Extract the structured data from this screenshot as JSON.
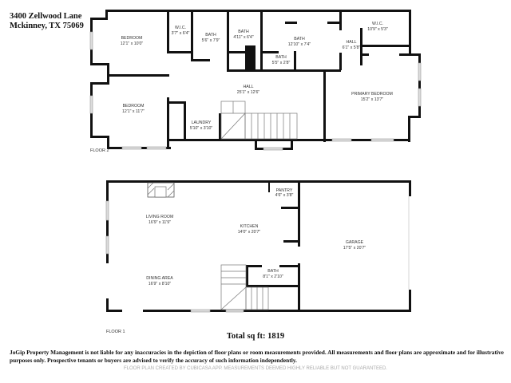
{
  "header": {
    "address_line1": "3400 Zellwood Lane",
    "address_line2": "Mckinney, TX 75069"
  },
  "floor2": {
    "label": "FLOOR 2",
    "rooms": [
      {
        "name": "BEDROOM",
        "dims": "12'1\" x 10'0\""
      },
      {
        "name": "W.I.C.",
        "dims": "3'7\" x 6'4\""
      },
      {
        "name": "BATH",
        "dims": "5'6\" x 7'9\""
      },
      {
        "name": "BATH",
        "dims": "4'11\" x 6'4\""
      },
      {
        "name": "BATH",
        "dims": "12'10\" x 7'4\""
      },
      {
        "name": "BATH",
        "dims": "5'5\" x 2'8\""
      },
      {
        "name": "HALL",
        "dims": "6'1\" x 5'8\""
      },
      {
        "name": "W.I.C.",
        "dims": "10'9\" x 5'3\""
      },
      {
        "name": "HALL",
        "dims": "25'1\" x 12'6\""
      },
      {
        "name": "BEDROOM",
        "dims": "12'1\" x 11'7\""
      },
      {
        "name": "LAUNDRY",
        "dims": "5'10\" x 3'10\""
      },
      {
        "name": "PRIMARY BEDROOM",
        "dims": "15'2\" x 13'7\""
      }
    ]
  },
  "floor1": {
    "label": "FLOOR 1",
    "rooms": [
      {
        "name": "LIVING ROOM",
        "dims": "16'9\" x 11'9\""
      },
      {
        "name": "KITCHEN",
        "dims": "14'0\" x 20'7\""
      },
      {
        "name": "PANTRY",
        "dims": "4'6\" x 3'8\""
      },
      {
        "name": "GARAGE",
        "dims": "17'5\" x 20'7\""
      },
      {
        "name": "DINING AREA",
        "dims": "16'9\" x 8'10\""
      },
      {
        "name": "BATH",
        "dims": "8'1\" x 2'10\""
      }
    ]
  },
  "footer": {
    "total": "Total sq ft: 1819",
    "disclaimer": "JoGip Property Management is not liable for any inaccuracies in the depiction of floor plans or room measurements provided. All measurements and floor plans are approximate and for illustrative purposes only. Prospective tenants or buyers are advised to verify the accuracy of such information independently.",
    "credit": "FLOOR PLAN CREATED BY CUBICASA APP. MEASUREMENTS DEEMED HIGHLY RELIABLE BUT NOT GUARANTEED."
  }
}
